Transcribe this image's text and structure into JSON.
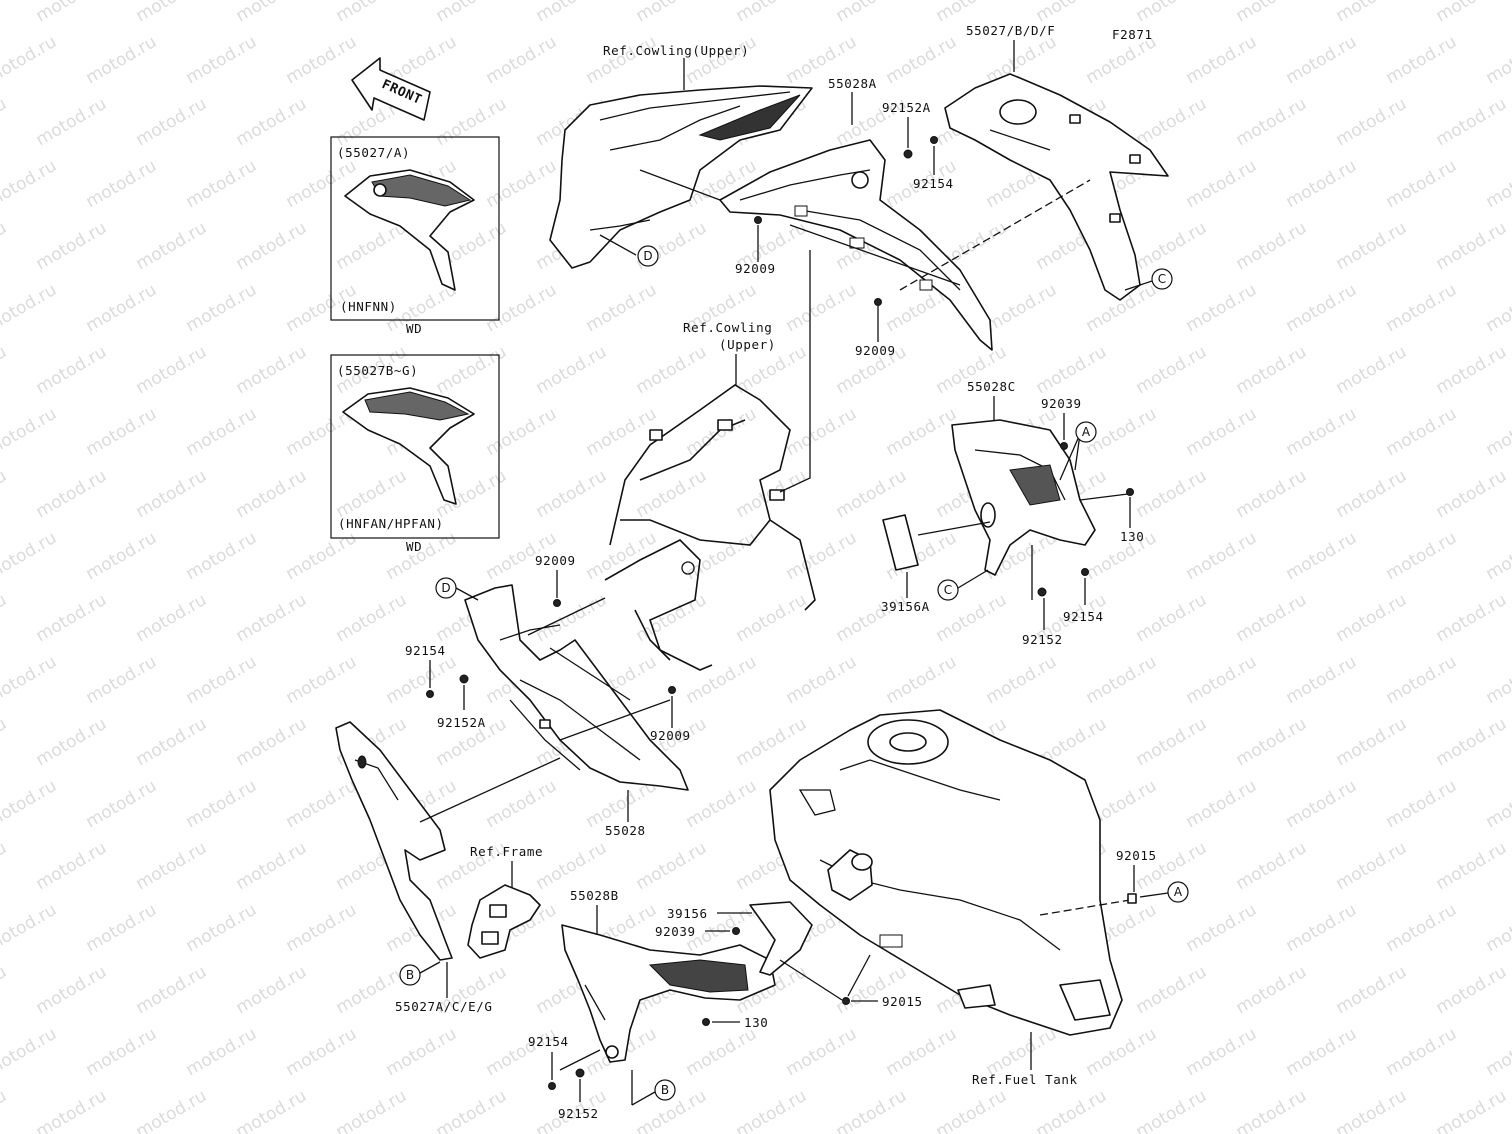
{
  "figure_code": "F2871",
  "front_label": "FRONT",
  "watermark_text": "motod.ru",
  "ref_labels": {
    "cowling_upper": "Ref.Cowling(Upper)",
    "cowling_upper_2_line1": "Ref.Cowling",
    "cowling_upper_2_line2": "(Upper)",
    "frame": "Ref.Frame",
    "fuel_tank": "Ref.Fuel Tank"
  },
  "inset_boxes": [
    {
      "title": "(55027/A)",
      "code": "(HNFNN)",
      "note": "WD"
    },
    {
      "title": "(55027B~G)",
      "code": "(HNFAN/HPFAN)",
      "note": "WD"
    }
  ],
  "part_numbers": {
    "p55027bdf": "55027/B/D/F",
    "p55028a": "55028A",
    "p92152a_top": "92152A",
    "p92154_top": "92154",
    "p92009_a": "92009",
    "p92009_b": "92009",
    "p55028c": "55028C",
    "p92039_top": "92039",
    "p130_top": "130",
    "p39156a": "39156A",
    "p92152_mid": "92152",
    "p92154_mid": "92154",
    "p92009_c": "92009",
    "p92154_left": "92154",
    "p92152a_left": "92152A",
    "p92009_d": "92009",
    "p55028": "55028",
    "p55027aceg": "55027A/C/E/G",
    "p55028b": "55028B",
    "p39156": "39156",
    "p92039_bot": "92039",
    "p130_bot": "130",
    "p92154_bot": "92154",
    "p92152_bot": "92152",
    "p92015_a": "92015",
    "p92015_b": "92015"
  },
  "callouts": {
    "A": "A",
    "B": "B",
    "C": "C",
    "D": "D"
  }
}
